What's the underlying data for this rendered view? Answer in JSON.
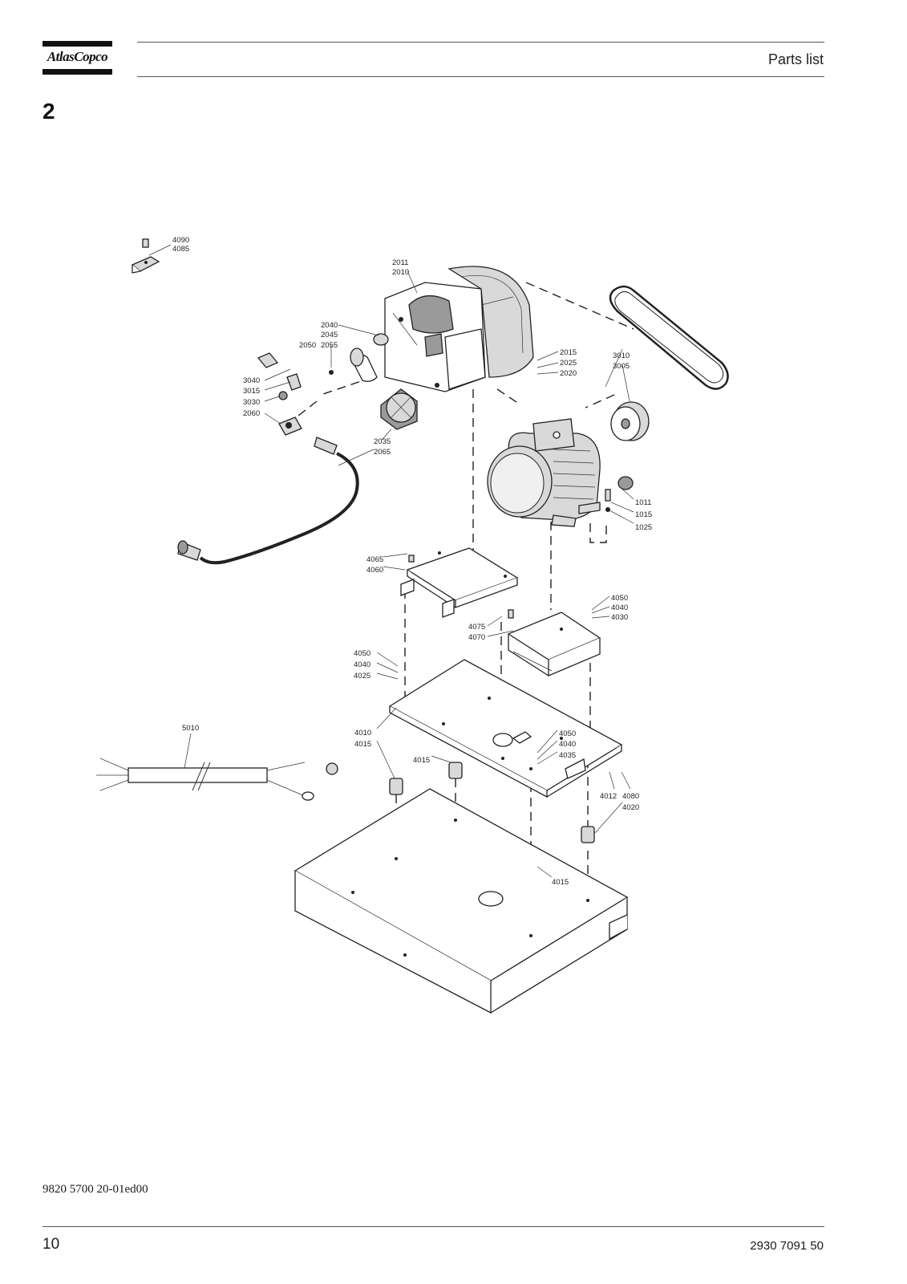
{
  "header": {
    "logo_text": "AtlasCopco",
    "title": "Parts list"
  },
  "section_number": "2",
  "diagram_labels": [
    {
      "id": "4090",
      "text": "4090"
    },
    {
      "id": "4085",
      "text": "4085"
    },
    {
      "id": "2011",
      "text": "2011"
    },
    {
      "id": "2010",
      "text": "2010"
    },
    {
      "id": "2040",
      "text": "2040"
    },
    {
      "id": "2045",
      "text": "2045"
    },
    {
      "id": "2050",
      "text": "2050"
    },
    {
      "id": "2055",
      "text": "2055"
    },
    {
      "id": "2015",
      "text": "2015"
    },
    {
      "id": "2025",
      "text": "2025"
    },
    {
      "id": "2020",
      "text": "2020"
    },
    {
      "id": "3010",
      "text": "3010"
    },
    {
      "id": "3005",
      "text": "3005"
    },
    {
      "id": "3040",
      "text": "3040"
    },
    {
      "id": "3015",
      "text": "3015"
    },
    {
      "id": "3030",
      "text": "3030"
    },
    {
      "id": "2060",
      "text": "2060"
    },
    {
      "id": "2035",
      "text": "2035"
    },
    {
      "id": "2065",
      "text": "2065"
    },
    {
      "id": "1011",
      "text": "1011"
    },
    {
      "id": "1015",
      "text": "1015"
    },
    {
      "id": "1025",
      "text": "1025"
    },
    {
      "id": "4065",
      "text": "4065"
    },
    {
      "id": "4060",
      "text": "4060"
    },
    {
      "id": "4050a",
      "text": "4050"
    },
    {
      "id": "4040a",
      "text": "4040"
    },
    {
      "id": "4030",
      "text": "4030"
    },
    {
      "id": "4075",
      "text": "4075"
    },
    {
      "id": "4070",
      "text": "4070"
    },
    {
      "id": "4050b",
      "text": "4050"
    },
    {
      "id": "4040b",
      "text": "4040"
    },
    {
      "id": "4025",
      "text": "4025"
    },
    {
      "id": "5010",
      "text": "5010"
    },
    {
      "id": "4010",
      "text": "4010"
    },
    {
      "id": "4015a",
      "text": "4015"
    },
    {
      "id": "4015b",
      "text": "4015"
    },
    {
      "id": "4050c",
      "text": "4050"
    },
    {
      "id": "4040c",
      "text": "4040"
    },
    {
      "id": "4035",
      "text": "4035"
    },
    {
      "id": "4012",
      "text": "4012"
    },
    {
      "id": "4080",
      "text": "4080"
    },
    {
      "id": "4020",
      "text": "4020"
    },
    {
      "id": "4015c",
      "text": "4015"
    }
  ],
  "footer": {
    "doc_code": "9820 5700 20-01ed00",
    "page_number": "10",
    "doc_ref": "2930 7091 50"
  }
}
